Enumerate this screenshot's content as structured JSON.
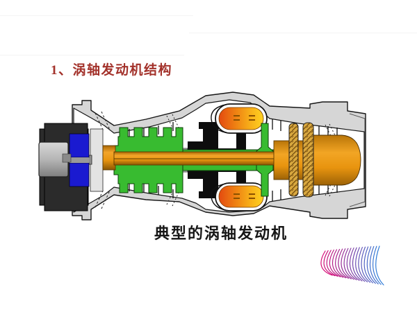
{
  "slide": {
    "title": "1、涡轴发动机结构",
    "caption": "典型的涡轴发动机",
    "title_color": "#a3322b",
    "background": "#ffffff"
  },
  "diagram": {
    "name": "typical-turboshaft-engine-cross-section",
    "colors": {
      "casing_gray": "#d6d6d6",
      "interior_white": "#ffffff",
      "compressor_green": "#38bb30",
      "shaft_orange": "#e8940f",
      "gearbox_blue": "#1a1ad0",
      "gearbox_dark": "#2b2b2b",
      "front_cylinder_gray": "#b5b5b5",
      "impeller_black": "#0d0d0d",
      "flame_red": "#e34a10",
      "flame_orange": "#ee7d12",
      "flame_yellow": "#ffd321",
      "turbine_disk_gold": "#d9a83f",
      "outline_black": "#161616"
    }
  },
  "logo": {
    "name": "swoosh-wave-logo",
    "color_start": "#d40070",
    "color_end": "#2a78d6",
    "line_count": 20
  }
}
